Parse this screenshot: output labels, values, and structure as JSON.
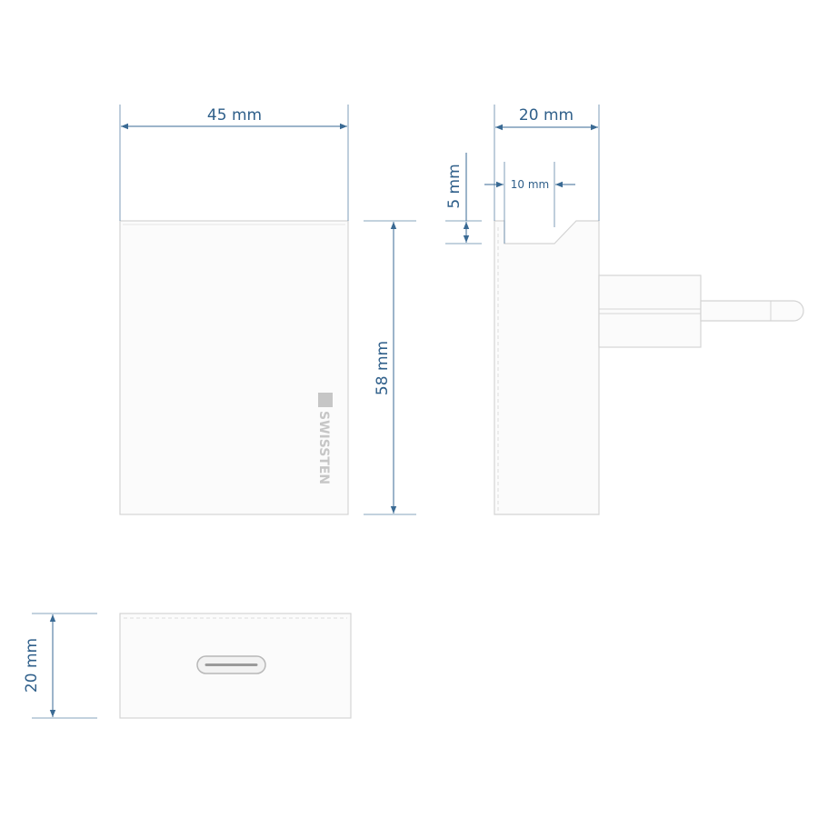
{
  "dimensions": {
    "width": "45 mm",
    "height": "58 mm",
    "depth": "20 mm",
    "plug_offset": "5 mm",
    "recess_width": "10 mm",
    "bottom_depth": "20 mm"
  },
  "brand": "SWISSTEN",
  "colors": {
    "dimension": "#2f5f8a",
    "outline": "#d4d4d4"
  }
}
